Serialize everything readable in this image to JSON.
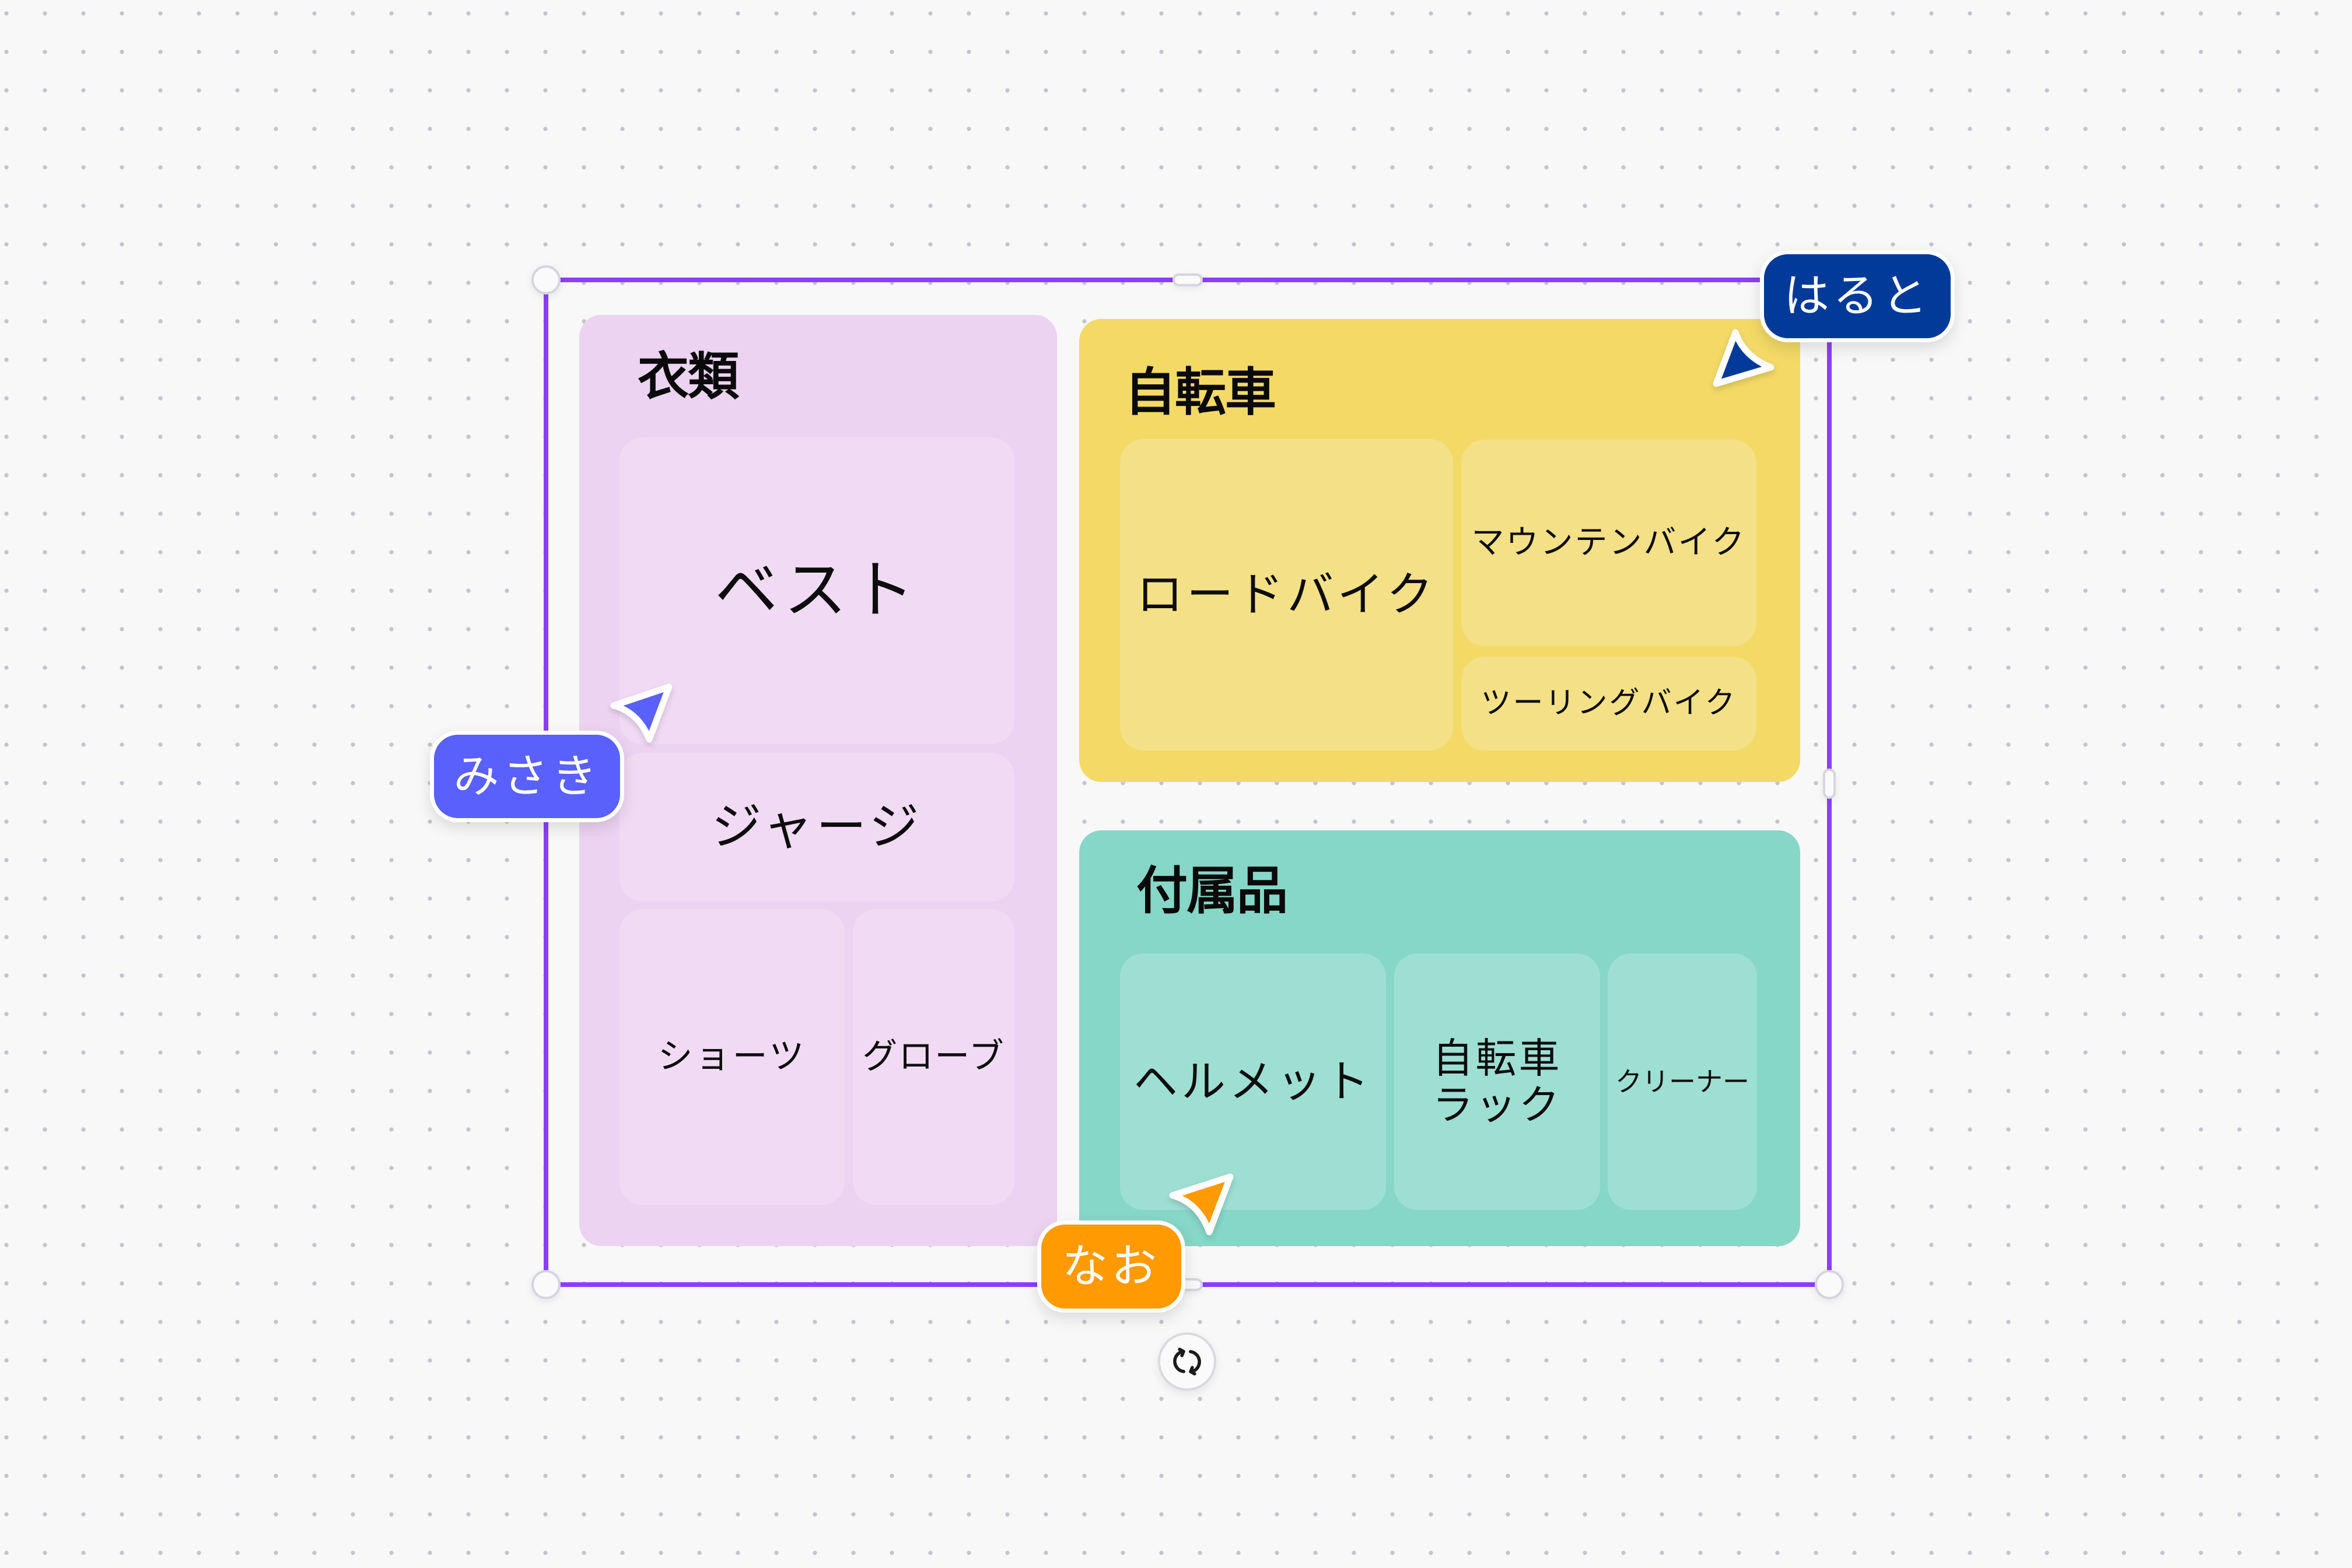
{
  "canvas": {
    "background": "#F8F8F8",
    "grid_dot_color": "#C3C5CC"
  },
  "selection": {
    "color": "#8A3FFC",
    "rotate_icon": "rotate-icon"
  },
  "categories": [
    {
      "id": "clothing",
      "title": "衣類",
      "color": "#ECD3F1",
      "item_color": "#F1DBF4",
      "items": [
        {
          "label": "ベスト"
        },
        {
          "label": "ジャージ"
        },
        {
          "label": "ショーツ"
        },
        {
          "label": "グローブ"
        }
      ]
    },
    {
      "id": "bicycles",
      "title": "自転車",
      "color": "#F3DA66",
      "item_color": "#F4E086",
      "items": [
        {
          "label": "ロードバイク"
        },
        {
          "label": "マウンテンバイク"
        },
        {
          "label": "ツーリングバイク"
        }
      ]
    },
    {
      "id": "accessories",
      "title": "付属品",
      "color": "#86D7C8",
      "item_color": "#9EDFD4",
      "items": [
        {
          "label": "ヘルメット"
        },
        {
          "label": "自転車\nラック"
        },
        {
          "label": "クリーナー"
        }
      ]
    }
  ],
  "collaborators": [
    {
      "name": "はると",
      "color": "#023A9A"
    },
    {
      "name": "みさき",
      "color": "#5A60FC"
    },
    {
      "name": "なお",
      "color": "#FF9A03"
    }
  ]
}
